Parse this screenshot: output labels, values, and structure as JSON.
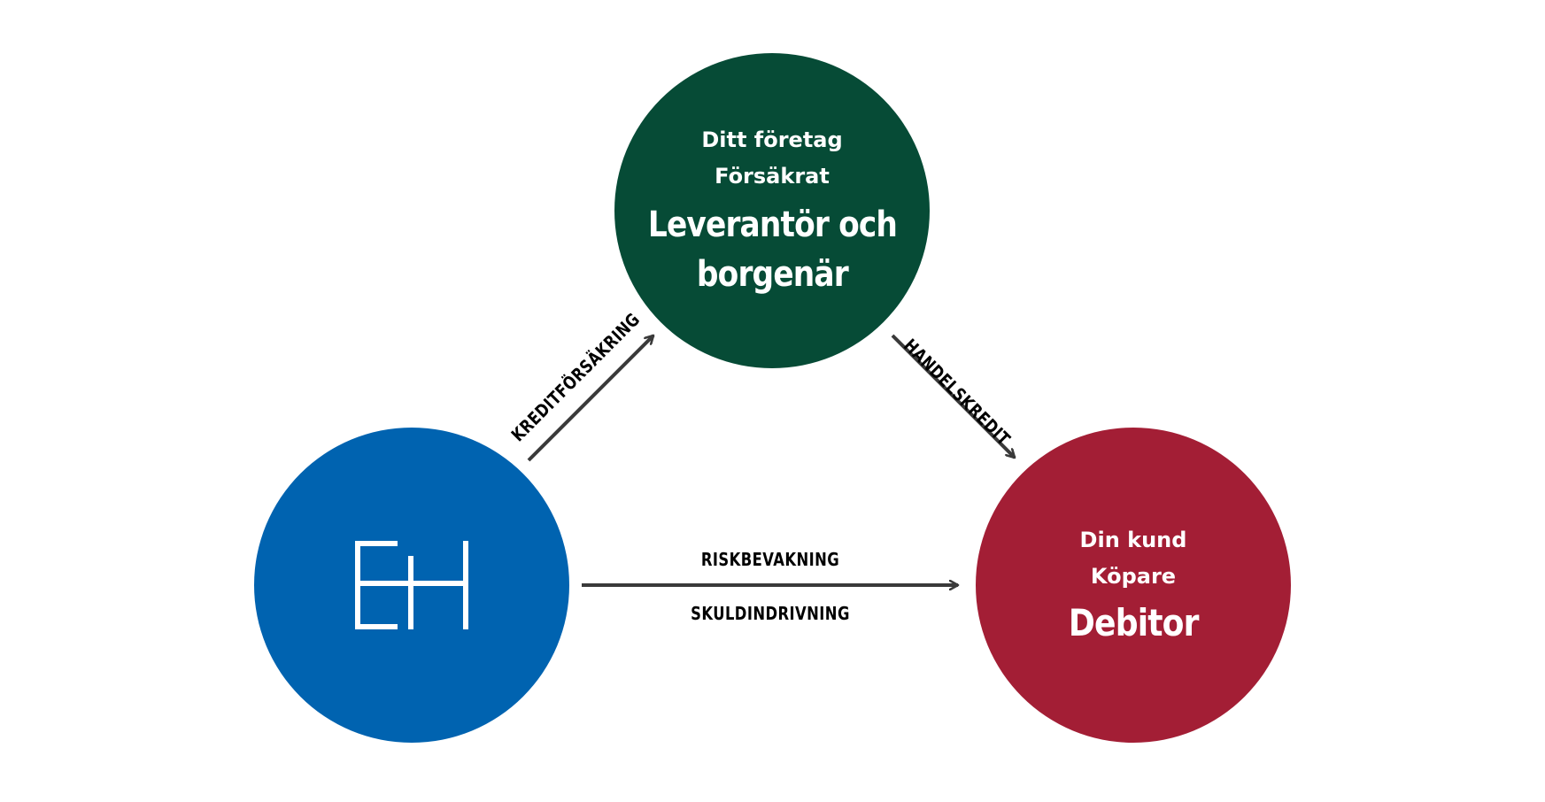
{
  "top_node": {
    "line1": "Ditt företag",
    "line2": "Försäkrat",
    "title_line1": "Leverantör och",
    "title_line2": "borgenär",
    "color": "#064b36"
  },
  "left_node": {
    "logo": "EH logo",
    "color": "#0063b0"
  },
  "right_node": {
    "line1": "Din kund",
    "line2": "Köpare",
    "title": "Debitor",
    "color": "#a31e35"
  },
  "edges": {
    "left_to_top": "KREDITFÖRSÄKRING",
    "top_to_right": "HANDELSKREDIT",
    "left_to_right_top": "RISKBEVAKNING",
    "left_to_right_bottom": "SKULDINDRIVNING"
  },
  "arrow_color": "#3a3a3a"
}
